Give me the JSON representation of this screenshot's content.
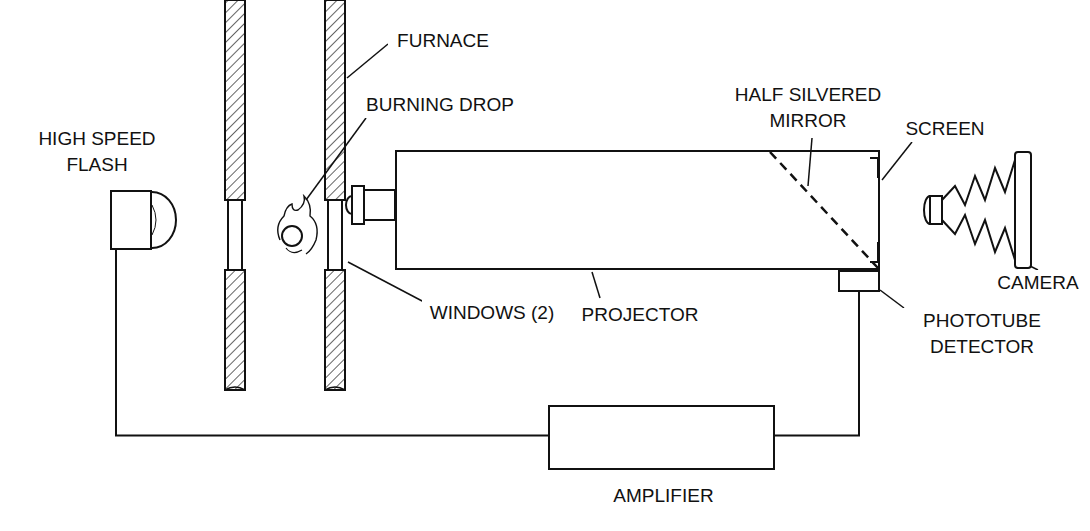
{
  "diagram": {
    "nodes": [
      {
        "text": [
          "HIGH SPEED FLASH"
        ]
      },
      {
        "text": [
          "PROJECTOR"
        ]
      },
      {
        "text": [
          "PHOTOTUBE DETECTOR"
        ]
      },
      {
        "text": [
          "AMPLIFIER"
        ]
      }
    ],
    "edges": [
      {
        "from": 0,
        "to": 3,
        "arrow": "none"
      },
      {
        "from": 3,
        "to": 2,
        "arrow": "none"
      }
    ],
    "labels": [
      "FURNACE",
      "BURNING DROP",
      "WINDOWS (2)",
      "HALF SILVERED MIRROR",
      "SCREEN",
      "CAMERA"
    ]
  }
}
